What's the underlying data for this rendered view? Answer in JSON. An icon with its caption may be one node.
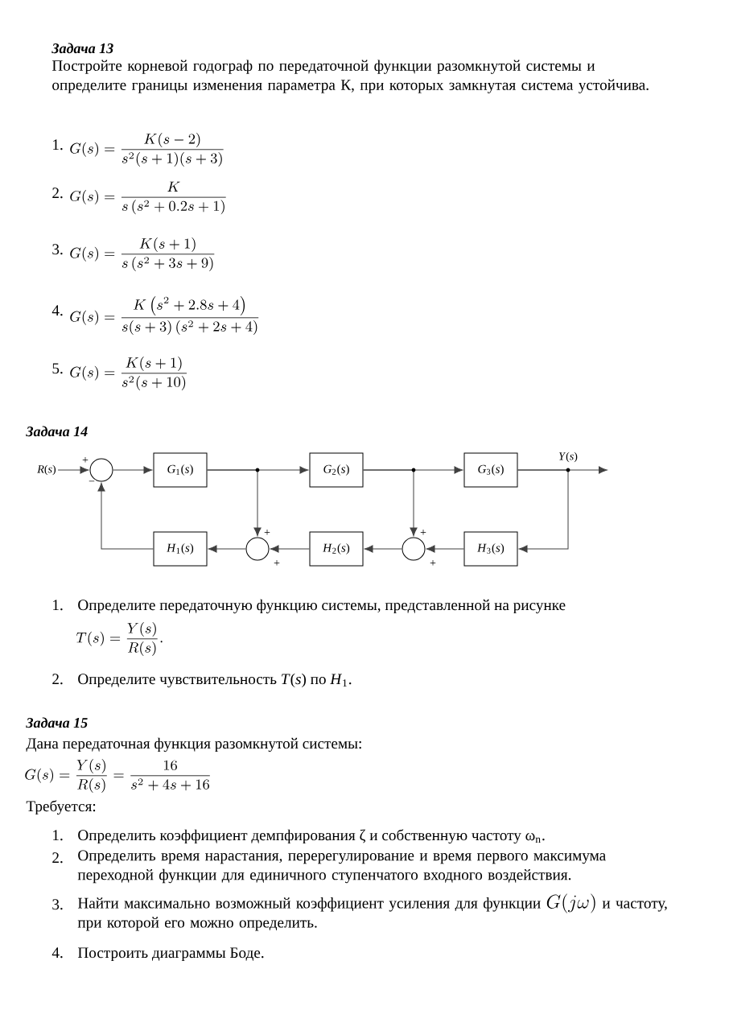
{
  "diagram": {
    "nodes": [
      {
        "text": [
          "*R*(*s*)"
        ]
      },
      {
        "text": [],
        "shape": "circle"
      },
      {
        "text": [
          "*G*$_{1}$(*s*)"
        ]
      },
      {
        "text": [
          "*G*$_{2}$(*s*)"
        ]
      },
      {
        "text": [
          "*G*$_{3}$(*s*)"
        ]
      },
      {
        "text": [
          "*H*$_{1}$(*s*)"
        ]
      },
      {
        "text": [],
        "shape": "circle"
      },
      {
        "text": [
          "*H*$_{2}$(*s*)"
        ]
      },
      {
        "text": [],
        "shape": "circle"
      },
      {
        "text": [
          "*H*$_{3}$(*s*)"
        ]
      }
    ],
    "edges": [
      {
        "from": 0,
        "to": 1,
        "arrow": "to",
        "label": "+"
      },
      {
        "from": 1,
        "to": 2,
        "arrow": "to"
      },
      {
        "from": 2,
        "to": 3,
        "arrow": "to"
      },
      {
        "from": 2,
        "to": 6,
        "arrow": "to",
        "label": "+"
      },
      {
        "from": 3,
        "to": 4,
        "arrow": "to"
      },
      {
        "from": 3,
        "to": 8,
        "arrow": "to",
        "label": "+"
      },
      {
        "from": 4,
        "to": null,
        "arrow": "to",
        "label": "*Y*(*s*)"
      },
      {
        "from": 4,
        "to": 9,
        "arrow": "to"
      },
      {
        "from": 9,
        "to": 8,
        "arrow": "to",
        "label": "+"
      },
      {
        "from": 8,
        "to": 7,
        "arrow": "to"
      },
      {
        "from": 7,
        "to": 6,
        "arrow": "to",
        "label": "+"
      },
      {
        "from": 6,
        "to": 5,
        "arrow": "to"
      },
      {
        "from": 5,
        "to": 1,
        "arrow": "to",
        "label": "−"
      }
    ],
    "labels": [
      "Задача 13",
      "Постройте корневой годограф по передаточной функции разомкнутой системы и определите границы изменения параметра К, при которых замкнутая система устойчива.",
      "1.",
      "G(s)=\\frac{K(s-2)}{s^2(s+1)(s+3)}",
      "2.",
      "G(s)=\\frac{K}{s\\left(s^2+0.2s+1\\right)}",
      "3.",
      "G(s)=\\frac{K(s+1)}{s\\left(s^2+3s+9\\right)}",
      "4.",
      "G(s)=\\frac{K\\left(s^2+2.8s+4\\right)}{s(s+3)\\left(s^2+2s+4\\right)}",
      "5.",
      "G(s)=\\frac{K(s+1)}{s^2(s+10)}",
      "Задача 14",
      "1.",
      "Определите передаточную функцию системы, представленной на рисунке",
      "T(s)=\\frac{Y(s)}{R(s)}.",
      "2.",
      "Определите чувствительность *T*(*s*) по *H*$_{1}$.",
      "Задача 15",
      "Дана передаточная функция разомкнутой системы:",
      "G(s)=\\frac{Y(s)}{R(s)}=\\frac{16}{s^2+4s+16}",
      "Требуется:",
      "1.",
      "Определить коэффициент демпфирования ζ и собственную частоту ω$_{n}$.",
      "2.",
      "Определить время нарастания, перерегулирование и время первого максимума переходной функции для единичного ступенчатого входного воздействия.",
      "3.",
      "Найти максимально возможный коэффициент усиления для функции",
      "G(j\\omega)",
      "и частоту, при которой его можно определить.",
      "4.",
      "Построить диаграммы Боде."
    ]
  }
}
